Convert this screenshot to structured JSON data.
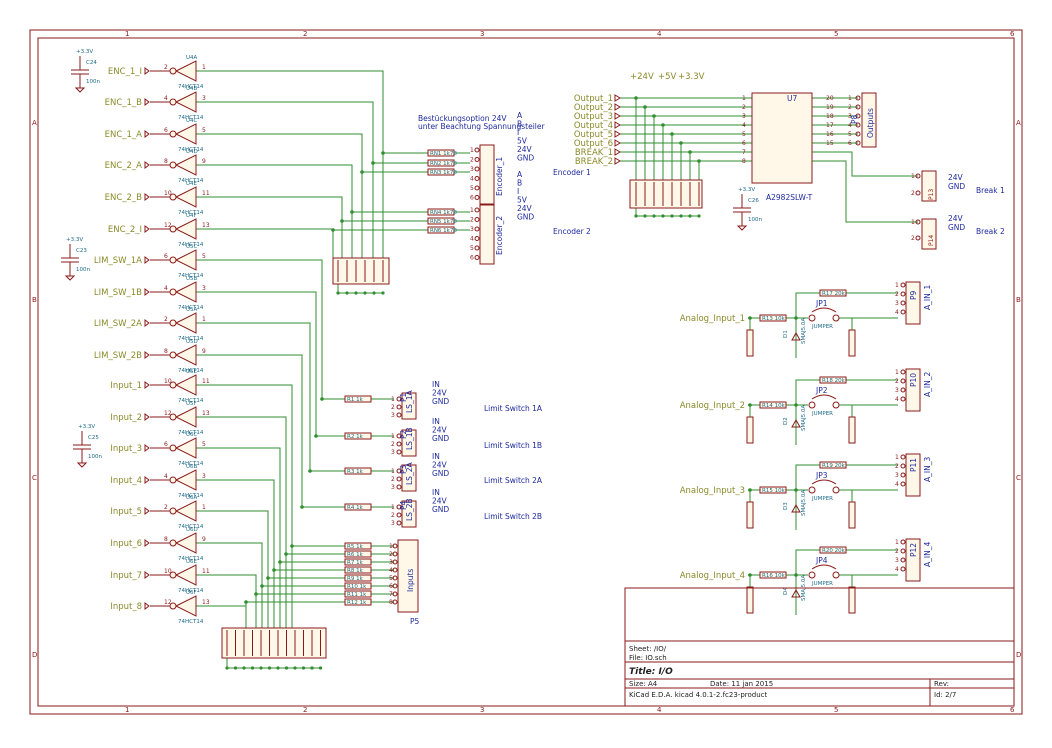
{
  "border": {
    "columns": [
      "1",
      "2",
      "3",
      "4",
      "5",
      "6"
    ],
    "rows": [
      "A",
      "B",
      "C",
      "D"
    ]
  },
  "encoder_inputs": [
    "ENC_1_I",
    "ENC_1_B",
    "ENC_1_A",
    "ENC_2_A",
    "ENC_2_B",
    "ENC_2_I"
  ],
  "encoder_pins": [
    [
      "2",
      "1"
    ],
    [
      "4",
      "3"
    ],
    [
      "6",
      "5"
    ],
    [
      "8",
      "9"
    ],
    [
      "10",
      "11"
    ],
    [
      "12",
      "13"
    ]
  ],
  "encoder_refs": [
    "U4A",
    "U4B",
    "U4C",
    "U4D",
    "U4E",
    "U4F"
  ],
  "ls_inputs": [
    "LIM_SW_1A",
    "LIM_SW_1B",
    "LIM_SW_2A",
    "LIM_SW_2B"
  ],
  "ls_pins": [
    [
      "6",
      "5"
    ],
    [
      "4",
      "3"
    ],
    [
      "2",
      "1"
    ],
    [
      "8",
      "9"
    ]
  ],
  "ls_refs": [
    "U5C",
    "U5B",
    "U5A",
    "U5D"
  ],
  "gp_inputs": [
    "Input_1",
    "Input_2",
    "Input_3",
    "Input_4",
    "Input_5",
    "Input_6",
    "Input_7",
    "Input_8"
  ],
  "gp_pins": [
    [
      "10",
      "11"
    ],
    [
      "12",
      "13"
    ],
    [
      "6",
      "5"
    ],
    [
      "4",
      "3"
    ],
    [
      "2",
      "1"
    ],
    [
      "8",
      "9"
    ],
    [
      "10",
      "11"
    ],
    [
      "12",
      "13"
    ]
  ],
  "gp_refs": [
    "U5E",
    "U5F",
    "U6C",
    "U6B",
    "U6A",
    "U6D",
    "U6E",
    "U6F"
  ],
  "ic_value": "74HCT14",
  "supply_33": "+3.3V",
  "caps": [
    {
      "ref": "C24",
      "value": "100n"
    },
    {
      "ref": "C23",
      "value": "100n"
    },
    {
      "ref": "C25",
      "value": "100n"
    },
    {
      "ref": "C26",
      "value": "100n"
    }
  ],
  "enc_note": [
    "Bestückungsoption 24V",
    "unter Beachtung Spannungsteiler"
  ],
  "enc1_labels": [
    "A",
    "B",
    "I",
    "5V",
    "24V",
    "GND"
  ],
  "enc2_labels": [
    "A",
    "B",
    "I",
    "5V",
    "24V",
    "GND"
  ],
  "enc_connectors": [
    "Encoder_1",
    "Encoder_2"
  ],
  "enc_captions": [
    "Encoder 1",
    "Encoder 2"
  ],
  "ls_connectors": [
    {
      "ref": "P1",
      "name": "LS_1A",
      "caption": "Limit Switch 1A"
    },
    {
      "ref": "P2",
      "name": "LS_1B",
      "caption": "Limit Switch 1B"
    },
    {
      "ref": "P3",
      "name": "LS_2A",
      "caption": "Limit Switch 2A"
    },
    {
      "ref": "P4",
      "name": "LS_2B",
      "caption": "Limit Switch 2B"
    }
  ],
  "ls_labels": [
    "IN",
    "24V",
    "GND"
  ],
  "inputs_connector": {
    "ref": "P5",
    "name": "Inputs"
  },
  "outputs": [
    "Output_1",
    "Output_2",
    "Output_3",
    "Output_4",
    "Output_5",
    "Output_6",
    "BREAK_1",
    "BREAK_2"
  ],
  "driver": {
    "ref": "U7",
    "value": "A2982SLW-T"
  },
  "outputs_connector": {
    "ref": "P8",
    "name": "Outputs"
  },
  "supplies_top": [
    "+24V",
    "+5V",
    "+3.3V"
  ],
  "break_connectors": [
    {
      "ref": "P13",
      "name": "Break_1",
      "labels": [
        "24V",
        "GND"
      ],
      "caption": "Break 1"
    },
    {
      "ref": "P14",
      "name": "Break_2",
      "labels": [
        "24V",
        "GND"
      ],
      "caption": "Break 2"
    }
  ],
  "analog": [
    {
      "label": "Analog_Input_1",
      "jumper": "JP1",
      "diode": "D1",
      "conn": "P9",
      "name": "A_IN_1"
    },
    {
      "label": "Analog_Input_2",
      "jumper": "JP2",
      "diode": "D2",
      "conn": "P10",
      "name": "A_IN_2"
    },
    {
      "label": "Analog_Input_3",
      "jumper": "JP3",
      "diode": "D3",
      "conn": "P11",
      "name": "A_IN_3"
    },
    {
      "label": "Analog_Input_4",
      "jumper": "JP4",
      "diode": "D4",
      "conn": "P12",
      "name": "A_IN_4"
    }
  ],
  "jumper_value": "JUMPER",
  "diode_value": "SMAJ5.0A",
  "title_block": {
    "sheet": "Sheet: /IO/",
    "file": "File: IO.sch",
    "title": "Title: I/O",
    "size": "Size: A4",
    "date": "Date: 11 jan 2015",
    "rev": "Rev:",
    "kicad": "KiCad E.D.A.  kicad 4.0.1-2.fc23-product",
    "id": "Id: 2/7"
  }
}
